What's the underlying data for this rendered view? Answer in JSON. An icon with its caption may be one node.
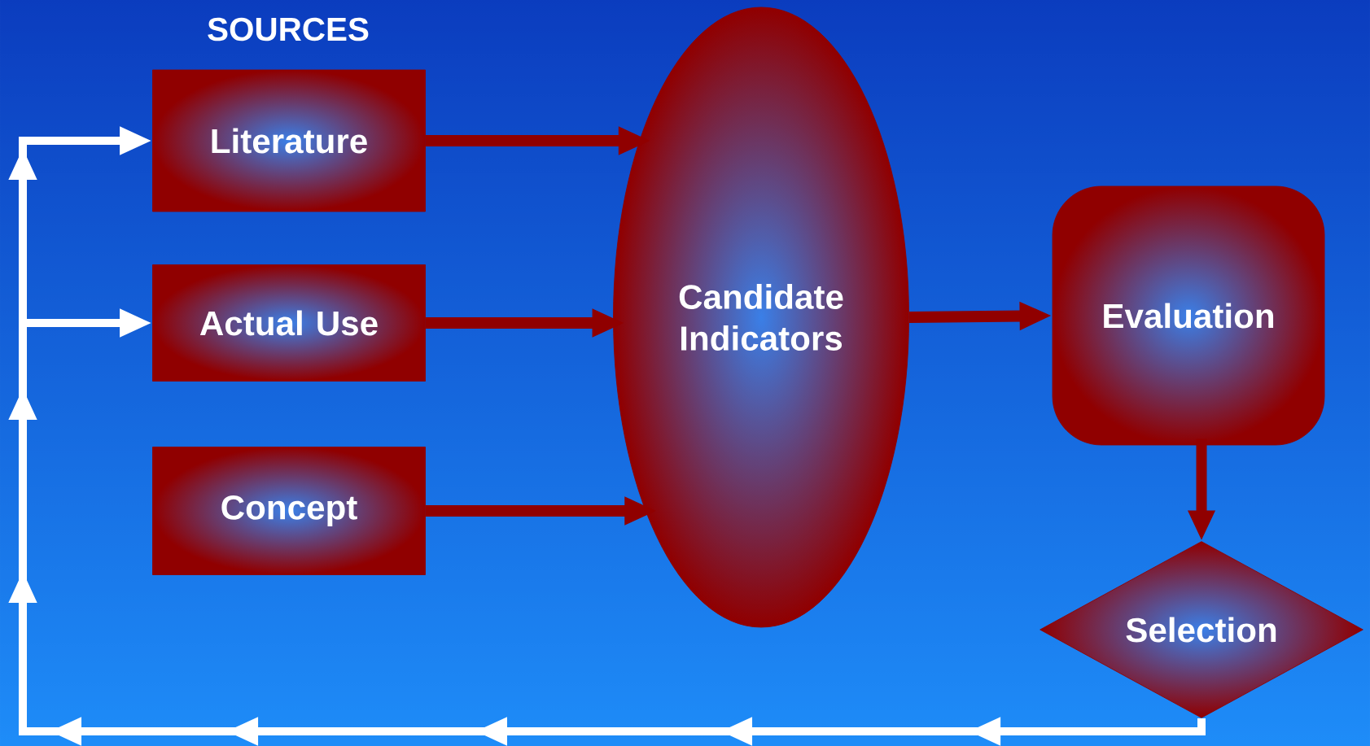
{
  "diagram": {
    "title": "SOURCES",
    "nodes": [
      {
        "text": [
          "Literature"
        ]
      },
      {
        "text": [
          "Actual Use"
        ]
      },
      {
        "text": [
          "Concept"
        ]
      },
      {
        "text": [
          "Candidate Indicators"
        ]
      },
      {
        "text": [
          "Evaluation"
        ]
      },
      {
        "text": [
          "Selection"
        ]
      }
    ],
    "edges": [
      {
        "from": 0,
        "to": 3,
        "arrow": "to"
      },
      {
        "from": 1,
        "to": 3,
        "arrow": "to"
      },
      {
        "from": 2,
        "to": 3,
        "arrow": "to"
      },
      {
        "from": 3,
        "to": 4,
        "arrow": "to"
      },
      {
        "from": 4,
        "to": 5,
        "arrow": "to"
      },
      {
        "from": 5,
        "to": 0,
        "arrow": "to",
        "color": "#ffffff"
      },
      {
        "from": 5,
        "to": 1,
        "arrow": "to",
        "color": "#ffffff"
      }
    ]
  }
}
